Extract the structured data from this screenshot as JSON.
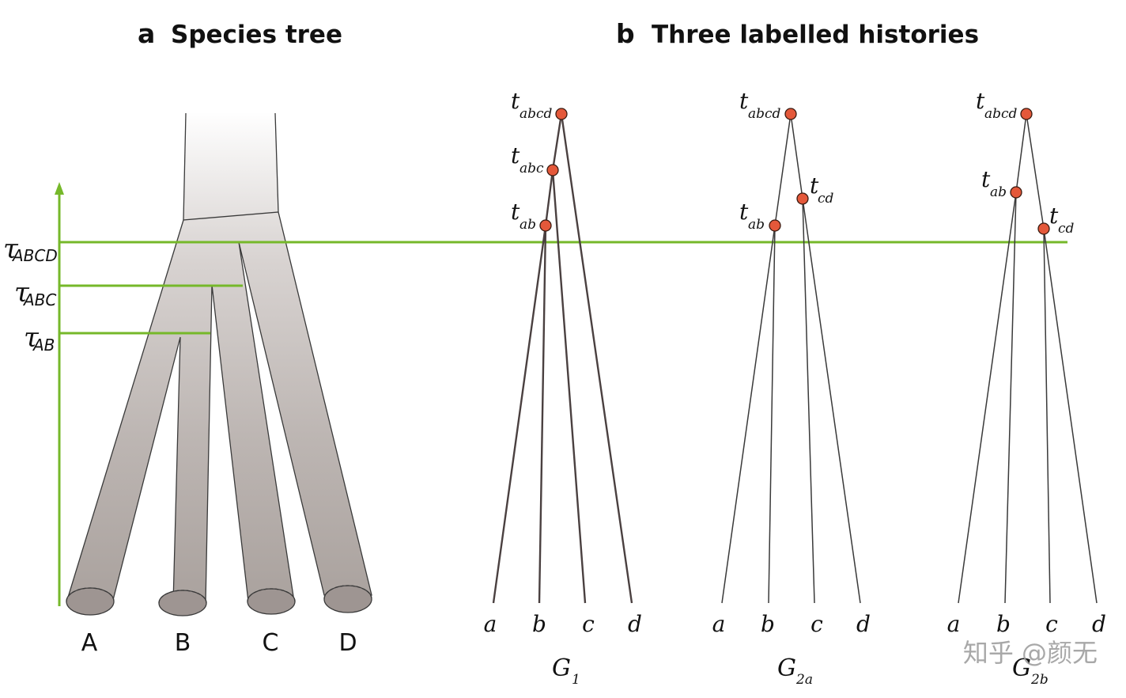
{
  "panel_a": {
    "letter": "a",
    "title": "Species tree",
    "species": [
      "A",
      "B",
      "C",
      "D"
    ],
    "times": [
      {
        "symbol": "τ",
        "sub": "ABCD"
      },
      {
        "symbol": "τ",
        "sub": "ABC"
      },
      {
        "symbol": "τ",
        "sub": "AB"
      }
    ]
  },
  "panel_b": {
    "letter": "b",
    "title": "Three labelled histories",
    "tips": [
      "a",
      "b",
      "c",
      "d"
    ],
    "histories": [
      {
        "name": "G",
        "sub": "1",
        "nodes": [
          {
            "t": "t",
            "sub": "abcd"
          },
          {
            "t": "t",
            "sub": "abc"
          },
          {
            "t": "t",
            "sub": "ab"
          }
        ]
      },
      {
        "name": "G",
        "sub": "2a",
        "nodes": [
          {
            "t": "t",
            "sub": "abcd"
          },
          {
            "t": "t",
            "sub": "cd"
          },
          {
            "t": "t",
            "sub": "ab"
          }
        ]
      },
      {
        "name": "G",
        "sub": "2b",
        "nodes": [
          {
            "t": "t",
            "sub": "abcd"
          },
          {
            "t": "t",
            "sub": "ab"
          },
          {
            "t": "t",
            "sub": "cd"
          }
        ]
      }
    ]
  },
  "colors": {
    "time_axis": "#76b82a",
    "node_fill": "#e4583a",
    "branch_gradient_top": "#ffffff",
    "branch_gradient_bottom": "#aca4a0"
  },
  "watermark": "知乎 @颜无"
}
